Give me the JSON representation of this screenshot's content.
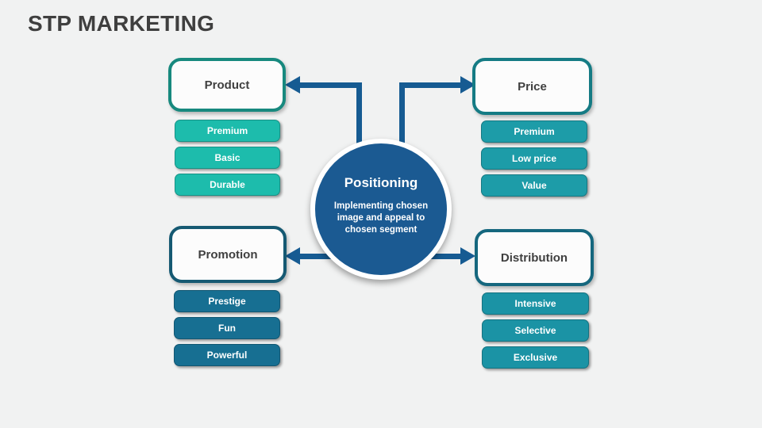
{
  "slide": {
    "title": "STP MARKETING"
  },
  "colors": {
    "background": "#f1f2f2",
    "title_text": "#3f3f3f",
    "arrow": "#165b92",
    "circle_fill": "#1b5a92",
    "circle_ring": "#ffffff"
  },
  "center": {
    "title": "Positioning",
    "description": "Implementing chosen image and appeal to chosen segment"
  },
  "groups": [
    {
      "label": "Product",
      "border_color": "#17897e",
      "item_color": "#1dbcac",
      "items": [
        "Premium",
        "Basic",
        "Durable"
      ]
    },
    {
      "label": "Price",
      "border_color": "#157b84",
      "item_color": "#1d9ca8",
      "items": [
        "Premium",
        "Low price",
        "Value"
      ]
    },
    {
      "label": "Promotion",
      "border_color": "#155972",
      "item_color": "#176f92",
      "items": [
        "Prestige",
        "Fun",
        "Powerful"
      ]
    },
    {
      "label": "Distribution",
      "border_color": "#15677e",
      "item_color": "#1b93a5",
      "items": [
        "Intensive",
        "Selective",
        "Exclusive"
      ]
    }
  ]
}
